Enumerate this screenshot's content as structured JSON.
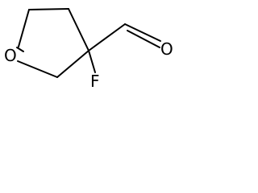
{
  "structure": {
    "atoms": {
      "ring_oxygen": "O",
      "fluorine": "F",
      "aldehyde_oxygen": "O"
    }
  }
}
